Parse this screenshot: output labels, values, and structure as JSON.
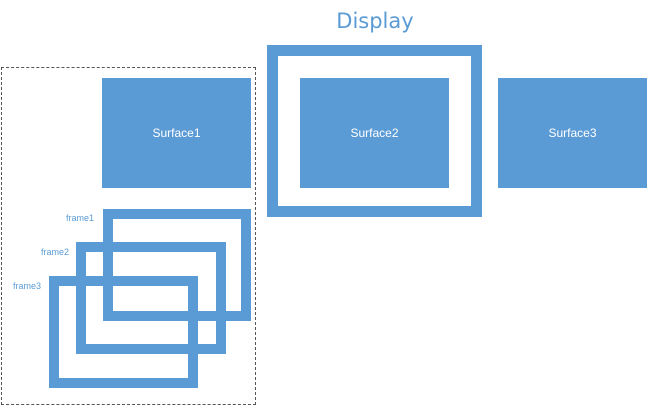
{
  "colors": {
    "primary": "#5b9bd5",
    "text_on_primary": "#ffffff",
    "dashed_border": "#555555"
  },
  "display": {
    "title": "Display"
  },
  "surfaces": [
    {
      "label": "Surface1"
    },
    {
      "label": "Surface2"
    },
    {
      "label": "Surface3"
    }
  ],
  "frames": [
    {
      "label": "frame1"
    },
    {
      "label": "frame2"
    },
    {
      "label": "frame3"
    }
  ]
}
